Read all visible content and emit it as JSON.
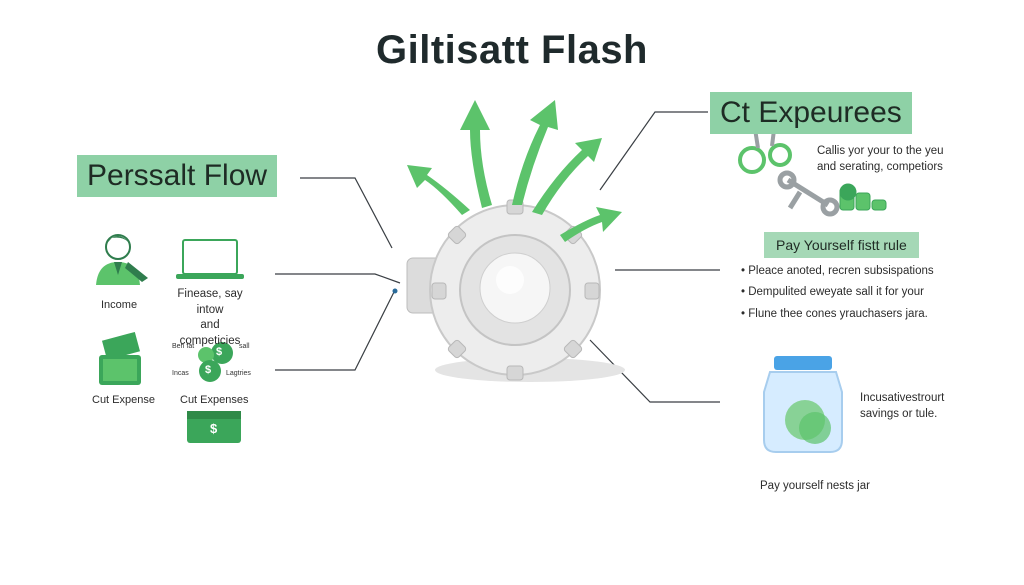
{
  "title": "Giltisatt Flash",
  "left": {
    "banner": "Perssalt Flow",
    "income_label": "Income",
    "laptop_caption": [
      "Finease, say intow",
      "and competicies"
    ],
    "coins_labels": {
      "top_left": "Beh fat",
      "top_right": "sall",
      "bottom_left": "Incas",
      "bottom_right": "Lagtries"
    },
    "cut_expense_label": "Cut Expense",
    "cut_expenses_label": "Cut Expenses",
    "dollar_symbol": "$"
  },
  "right": {
    "banner": "Ct Expeurees",
    "banner_description": [
      "Callis yor your to the yeu",
      "and serating, competiors"
    ],
    "pill": "Pay Yourself fistt rule",
    "bullets": [
      "Pleace anoted, recren subsispations",
      "Dempulited eweyate sall it for your",
      "Flune thee cones yrauchasers jara."
    ],
    "jar_caption": [
      "Incusativestrourt",
      "savings or tule."
    ],
    "jar_label": "Pay yourself nests jar"
  },
  "colors": {
    "accent_green": "#5cc36b",
    "banner_green": "#8ed1a6",
    "jar_blue": "#bfe1ff",
    "gear_gray": "#e6e6e6"
  },
  "icons": [
    "person-icon",
    "laptop-icon",
    "money-stack-icon",
    "coins-icon",
    "wallet-icon",
    "gear-icon",
    "arrow-icon",
    "scissors-icon",
    "wrench-icon",
    "jar-icon"
  ]
}
